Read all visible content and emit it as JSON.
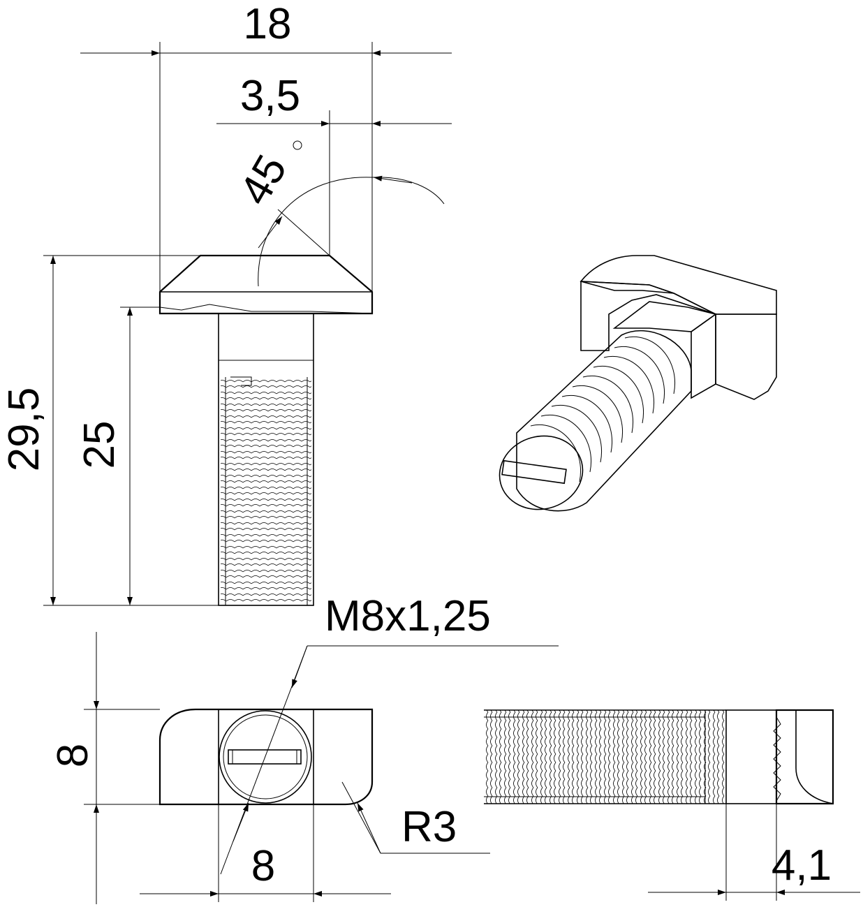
{
  "drawing": {
    "dimensions": {
      "head_width": "18",
      "head_chamfer": "3,5",
      "chamfer_angle": "45",
      "total_length": "29,5",
      "thread_length": "25",
      "thread_spec": "M8x1,25",
      "head_height": "8",
      "shank_diameter": "8",
      "corner_radius": "R3",
      "head_thickness": "4,1"
    }
  }
}
